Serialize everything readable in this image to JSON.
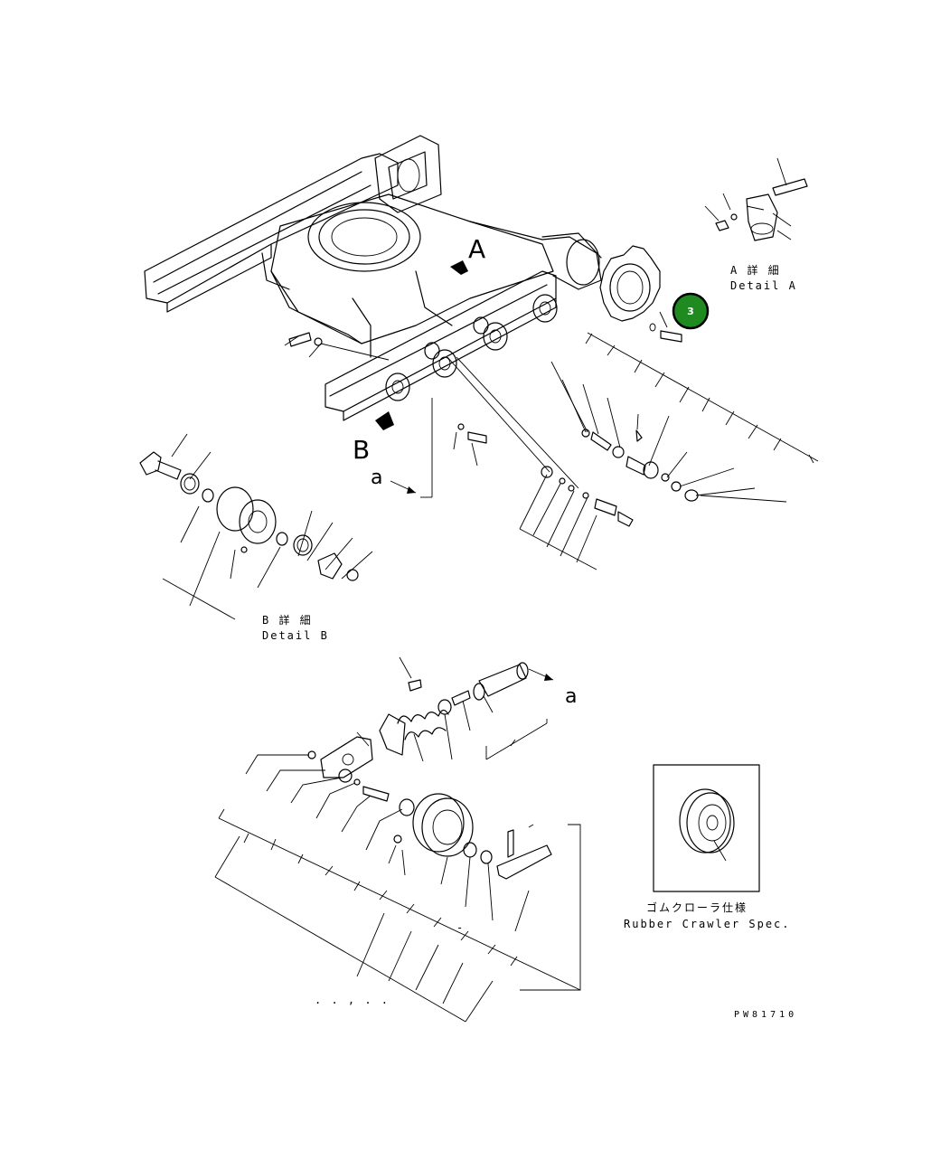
{
  "diagram": {
    "drawing_code": "PW81710",
    "view_labels": {
      "view_a": "A",
      "view_b": "B",
      "arrow_a_upper": "a",
      "arrow_a_lower": "a"
    },
    "detail_a": {
      "jp": "A 詳 細",
      "en": "Detail A"
    },
    "detail_b": {
      "jp": "B 詳 細",
      "en": "Detail B"
    },
    "rubber_crawler": {
      "jp": "ゴムクローラ仕様",
      "en": "Rubber Crawler Spec."
    },
    "callouts": [
      {
        "number": "3",
        "color": "#1f8a1f"
      }
    ],
    "stray_marks": {
      "dash_a": "-",
      "dots": ". . , . ."
    }
  }
}
